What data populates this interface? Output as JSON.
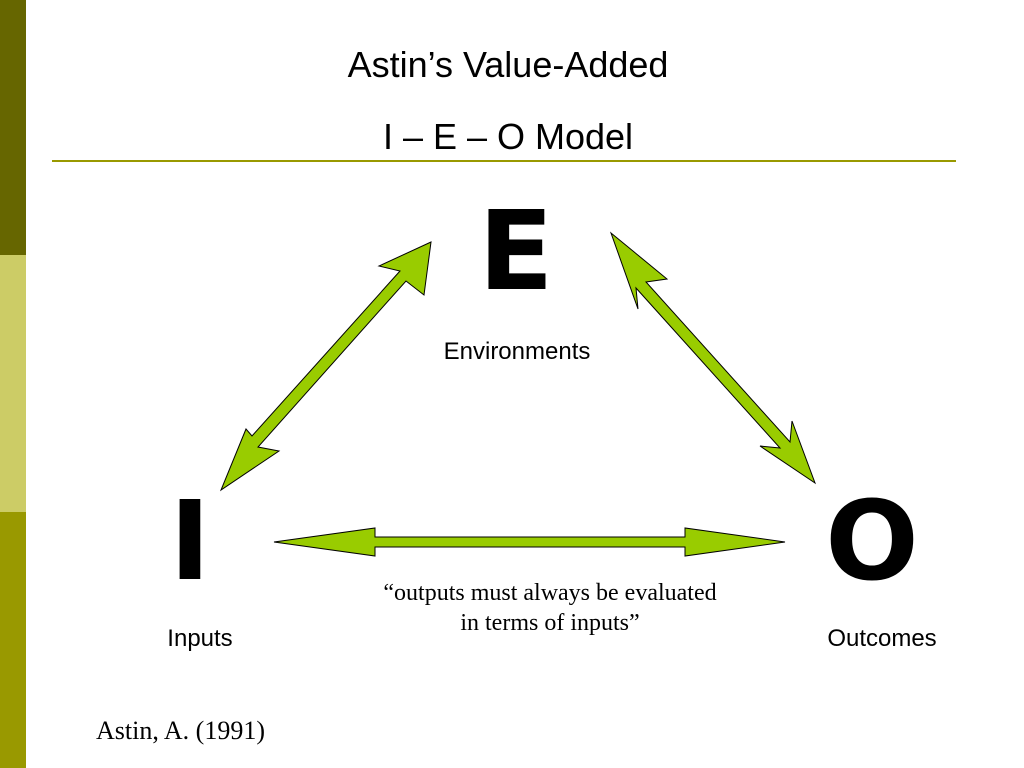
{
  "slide": {
    "title_line1": "Astin’s Value-Added",
    "title_line2": "I – E – O Model",
    "citation": "Astin, A. (1991)"
  },
  "nodes": {
    "environment": {
      "letter": "E",
      "label": "Environments"
    },
    "inputs": {
      "letter": "I",
      "label": "Inputs"
    },
    "outcomes": {
      "letter": "O",
      "label": "Outcomes"
    }
  },
  "quote": {
    "line1": "“outputs must always be evaluated",
    "line2": "in terms of inputs”"
  },
  "edges": [
    {
      "from": "inputs",
      "to": "environment",
      "type": "bidirectional"
    },
    {
      "from": "environment",
      "to": "outcomes",
      "type": "bidirectional"
    },
    {
      "from": "inputs",
      "to": "outcomes",
      "type": "bidirectional"
    }
  ],
  "colors": {
    "sidebar_top": "#666600",
    "sidebar_mid": "#cccc66",
    "sidebar_bot": "#999900",
    "rule": "#999900",
    "arrow_fill": "#99cc00",
    "arrow_stroke": "#000000"
  }
}
